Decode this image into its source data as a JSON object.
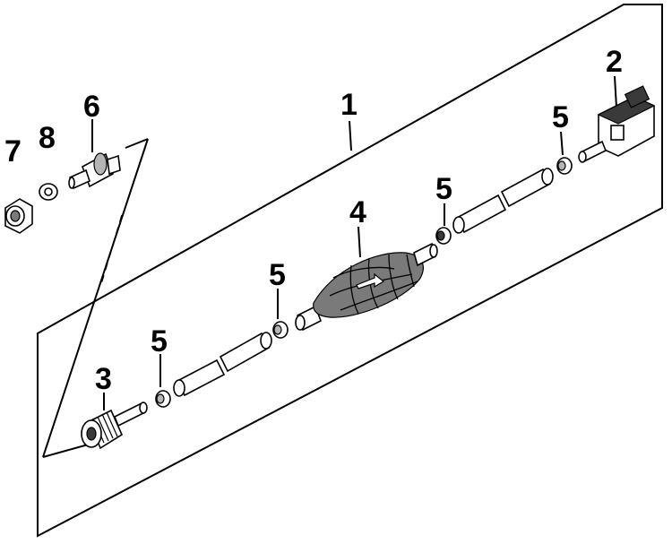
{
  "diagram": {
    "callouts": {
      "c1": "1",
      "c2": "2",
      "c3": "3",
      "c4": "4",
      "c5a": "5",
      "c5b": "5",
      "c5c": "5",
      "c5d": "5",
      "c6": "6",
      "c7": "7",
      "c8": "8"
    },
    "colors": {
      "line": "#000000",
      "background": "#ffffff",
      "shade": "#7a7a7a"
    }
  }
}
